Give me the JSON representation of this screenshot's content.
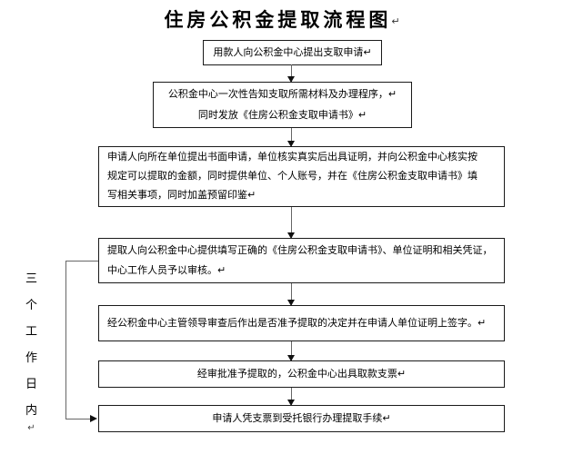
{
  "page": {
    "title": "住房公积金提取流程图",
    "title_mark": "↵"
  },
  "side_label": {
    "text": "三个工作日内",
    "mark": "↵"
  },
  "steps": [
    {
      "lines": [
        "用款人向公积金中心提出支取申请↵"
      ]
    },
    {
      "lines": [
        "公积金中心一次性告知支取所需材料及办理程序，↵",
        "同时发放《住房公积金支取申请书》↵"
      ]
    },
    {
      "lines": [
        "申请人向所在单位提出书面申请，单位核实真实后出具证明，并向公积金中心核实按",
        "规定可以提取的金额，同时提供单位、个人账号，并在《住房公积金支取申请书》填",
        "写相关事项，同时加盖预留印鉴↵"
      ]
    },
    {
      "lines": [
        "提取人向公积金中心提供填写正确的《住房公积金支取申请书》、单位证明和相关凭证，",
        "中心工作人员予以审核。↵"
      ]
    },
    {
      "lines": [
        "经公积金中心主管领导审查后作出是否准予提取的决定并在申请人单位证明上签字。↵"
      ]
    },
    {
      "lines": [
        "经审批准予提取的，公积金中心出具取款支票↵"
      ]
    },
    {
      "lines": [
        "申请人凭支票到受托银行办理提取手续↵"
      ]
    }
  ],
  "colors": {
    "background": "#ffffff",
    "box_border": "#1a1a1a",
    "connector_line": "#666666",
    "arrowhead": "#111111",
    "text": "#000000"
  }
}
